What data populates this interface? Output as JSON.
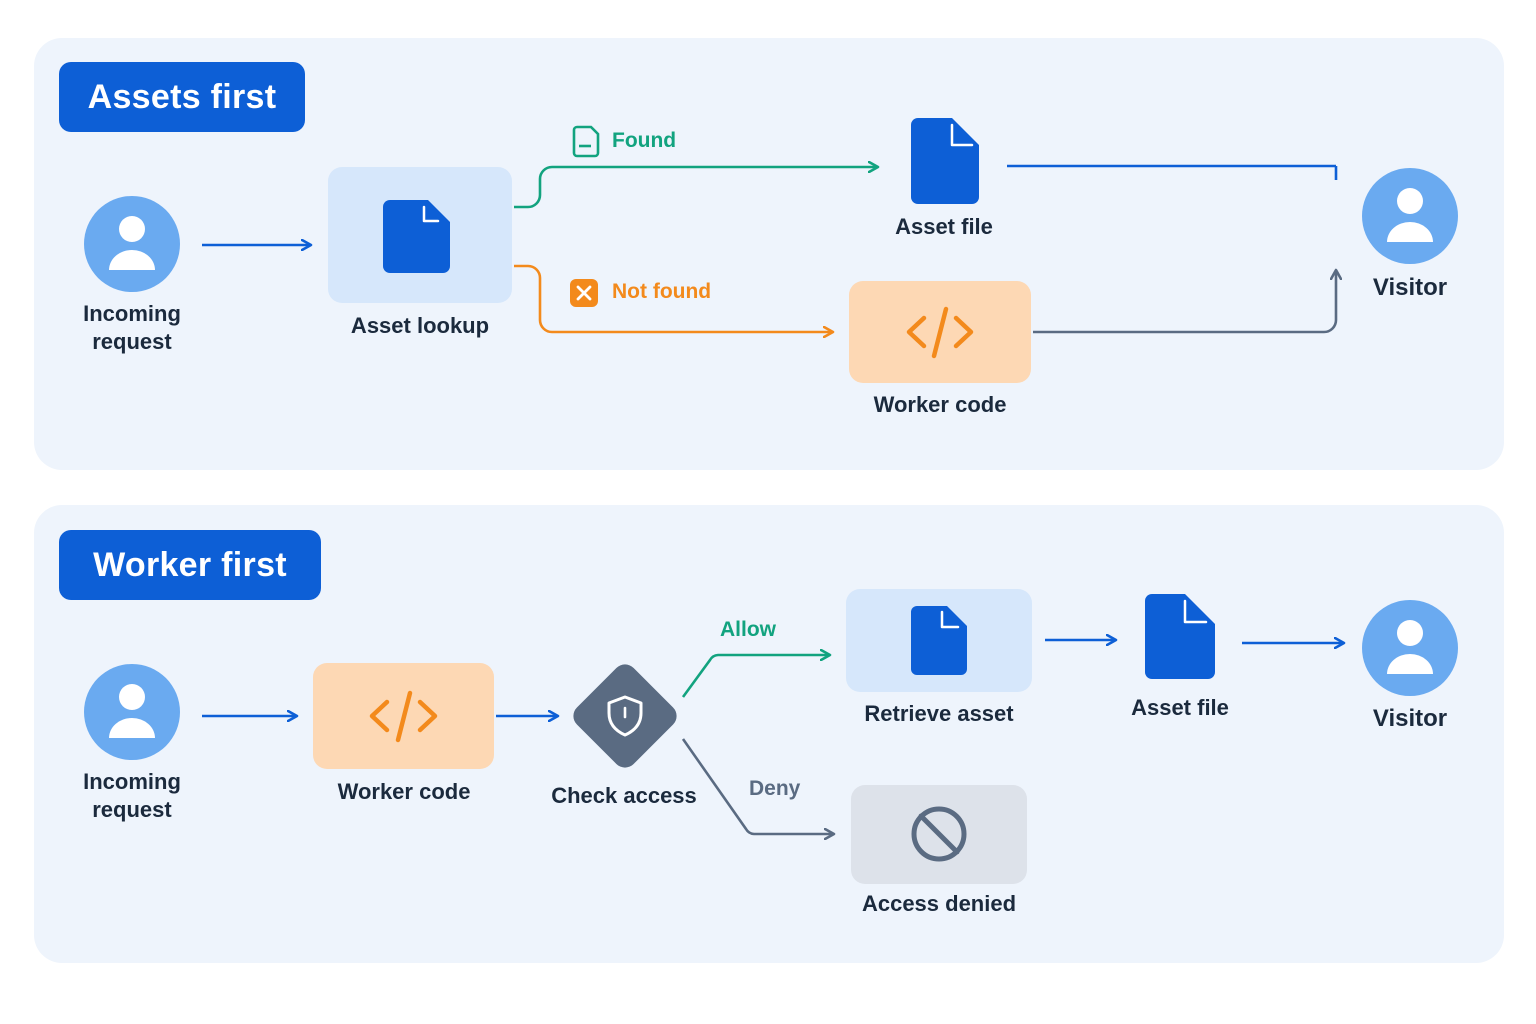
{
  "colors": {
    "primary": "#0d5fd6",
    "panel": "#eef4fc",
    "avatar": "#6aaaf0",
    "success": "#12a37f",
    "warning": "#f38a1c",
    "slate": "#5a6b82",
    "text": "#1b2a3d"
  },
  "assets_first": {
    "title": "Assets first",
    "incoming_label": "Incoming\nrequest",
    "lookup_label": "Asset lookup",
    "found_label": "Found",
    "not_found_label": "Not found",
    "asset_file_label": "Asset file",
    "worker_label": "Worker code",
    "visitor_label": "Visitor"
  },
  "worker_first": {
    "title": "Worker first",
    "incoming_label": "Incoming\nrequest",
    "worker_label": "Worker code",
    "check_label": "Check access",
    "allow_label": "Allow",
    "deny_label": "Deny",
    "retrieve_label": "Retrieve asset",
    "asset_file_label": "Asset file",
    "denied_label": "Access denied",
    "visitor_label": "Visitor"
  },
  "icons": [
    "user-icon",
    "file-icon",
    "code-icon",
    "shield-icon",
    "blocked-icon",
    "check-file-icon",
    "x-icon"
  ]
}
